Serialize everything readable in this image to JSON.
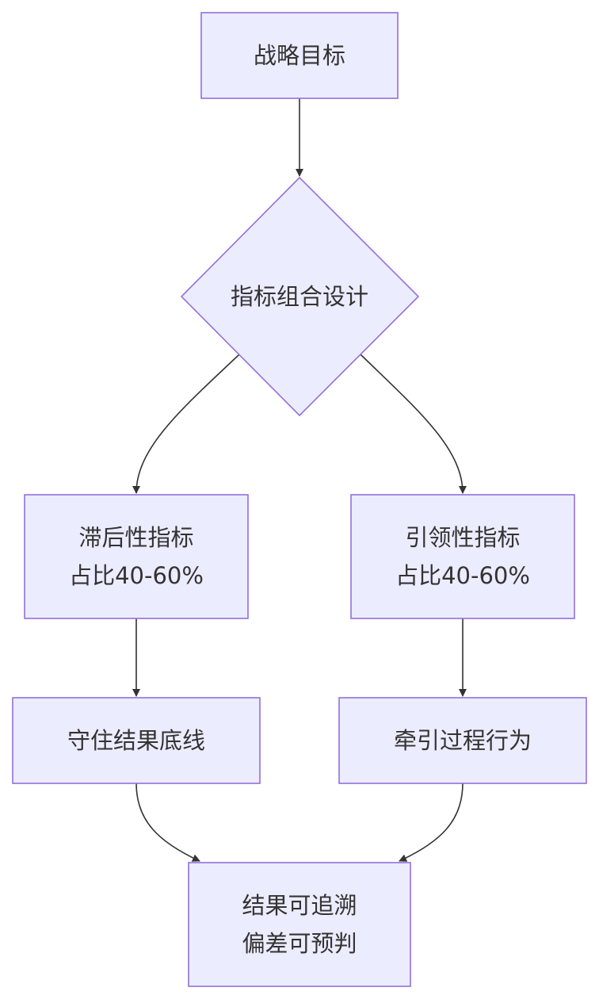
{
  "diagram": {
    "type": "flowchart",
    "colors": {
      "node_fill": "#ECECFF",
      "node_stroke": "#9370DB",
      "edge": "#333333",
      "text": "#333333"
    },
    "nodes": {
      "goal": {
        "lines": [
          "战略目标"
        ]
      },
      "design": {
        "lines": [
          "指标组合设计"
        ]
      },
      "lagging": {
        "lines": [
          "滞后性指标",
          "占比40-60%"
        ]
      },
      "leading": {
        "lines": [
          "引领性指标",
          "占比40-60%"
        ]
      },
      "result_floor": {
        "lines": [
          "守住结果底线"
        ]
      },
      "process_behavior": {
        "lines": [
          "牵引过程行为"
        ]
      },
      "outcome": {
        "lines": [
          "结果可追溯",
          "偏差可预判"
        ]
      }
    },
    "edges": [
      {
        "from": "goal",
        "to": "design"
      },
      {
        "from": "design",
        "to": "lagging"
      },
      {
        "from": "design",
        "to": "leading"
      },
      {
        "from": "lagging",
        "to": "result_floor"
      },
      {
        "from": "leading",
        "to": "process_behavior"
      },
      {
        "from": "result_floor",
        "to": "outcome"
      },
      {
        "from": "process_behavior",
        "to": "outcome"
      }
    ]
  }
}
